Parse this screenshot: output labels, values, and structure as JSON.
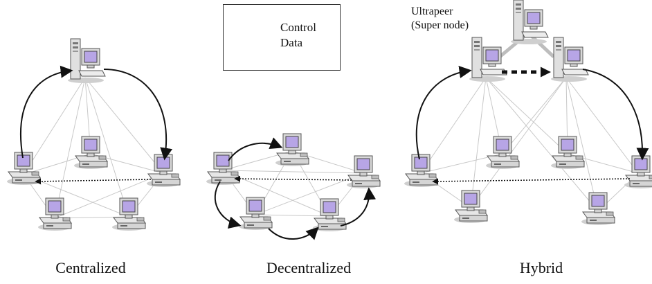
{
  "legend": {
    "control_label": "Control",
    "data_label": "Data"
  },
  "ultrapeer": {
    "line1": "Ultrapeer",
    "line2": "(Super node)"
  },
  "captions": {
    "centralized": "Centralized",
    "decentralized": "Decentralized",
    "hybrid": "Hybrid"
  },
  "colors": {
    "mesh_line": "#c8c8c8",
    "arrow": "#111111",
    "screen": "#b7a5e6",
    "monitor_body": "#d9d9d9",
    "backbone": "#bdbdbd"
  }
}
